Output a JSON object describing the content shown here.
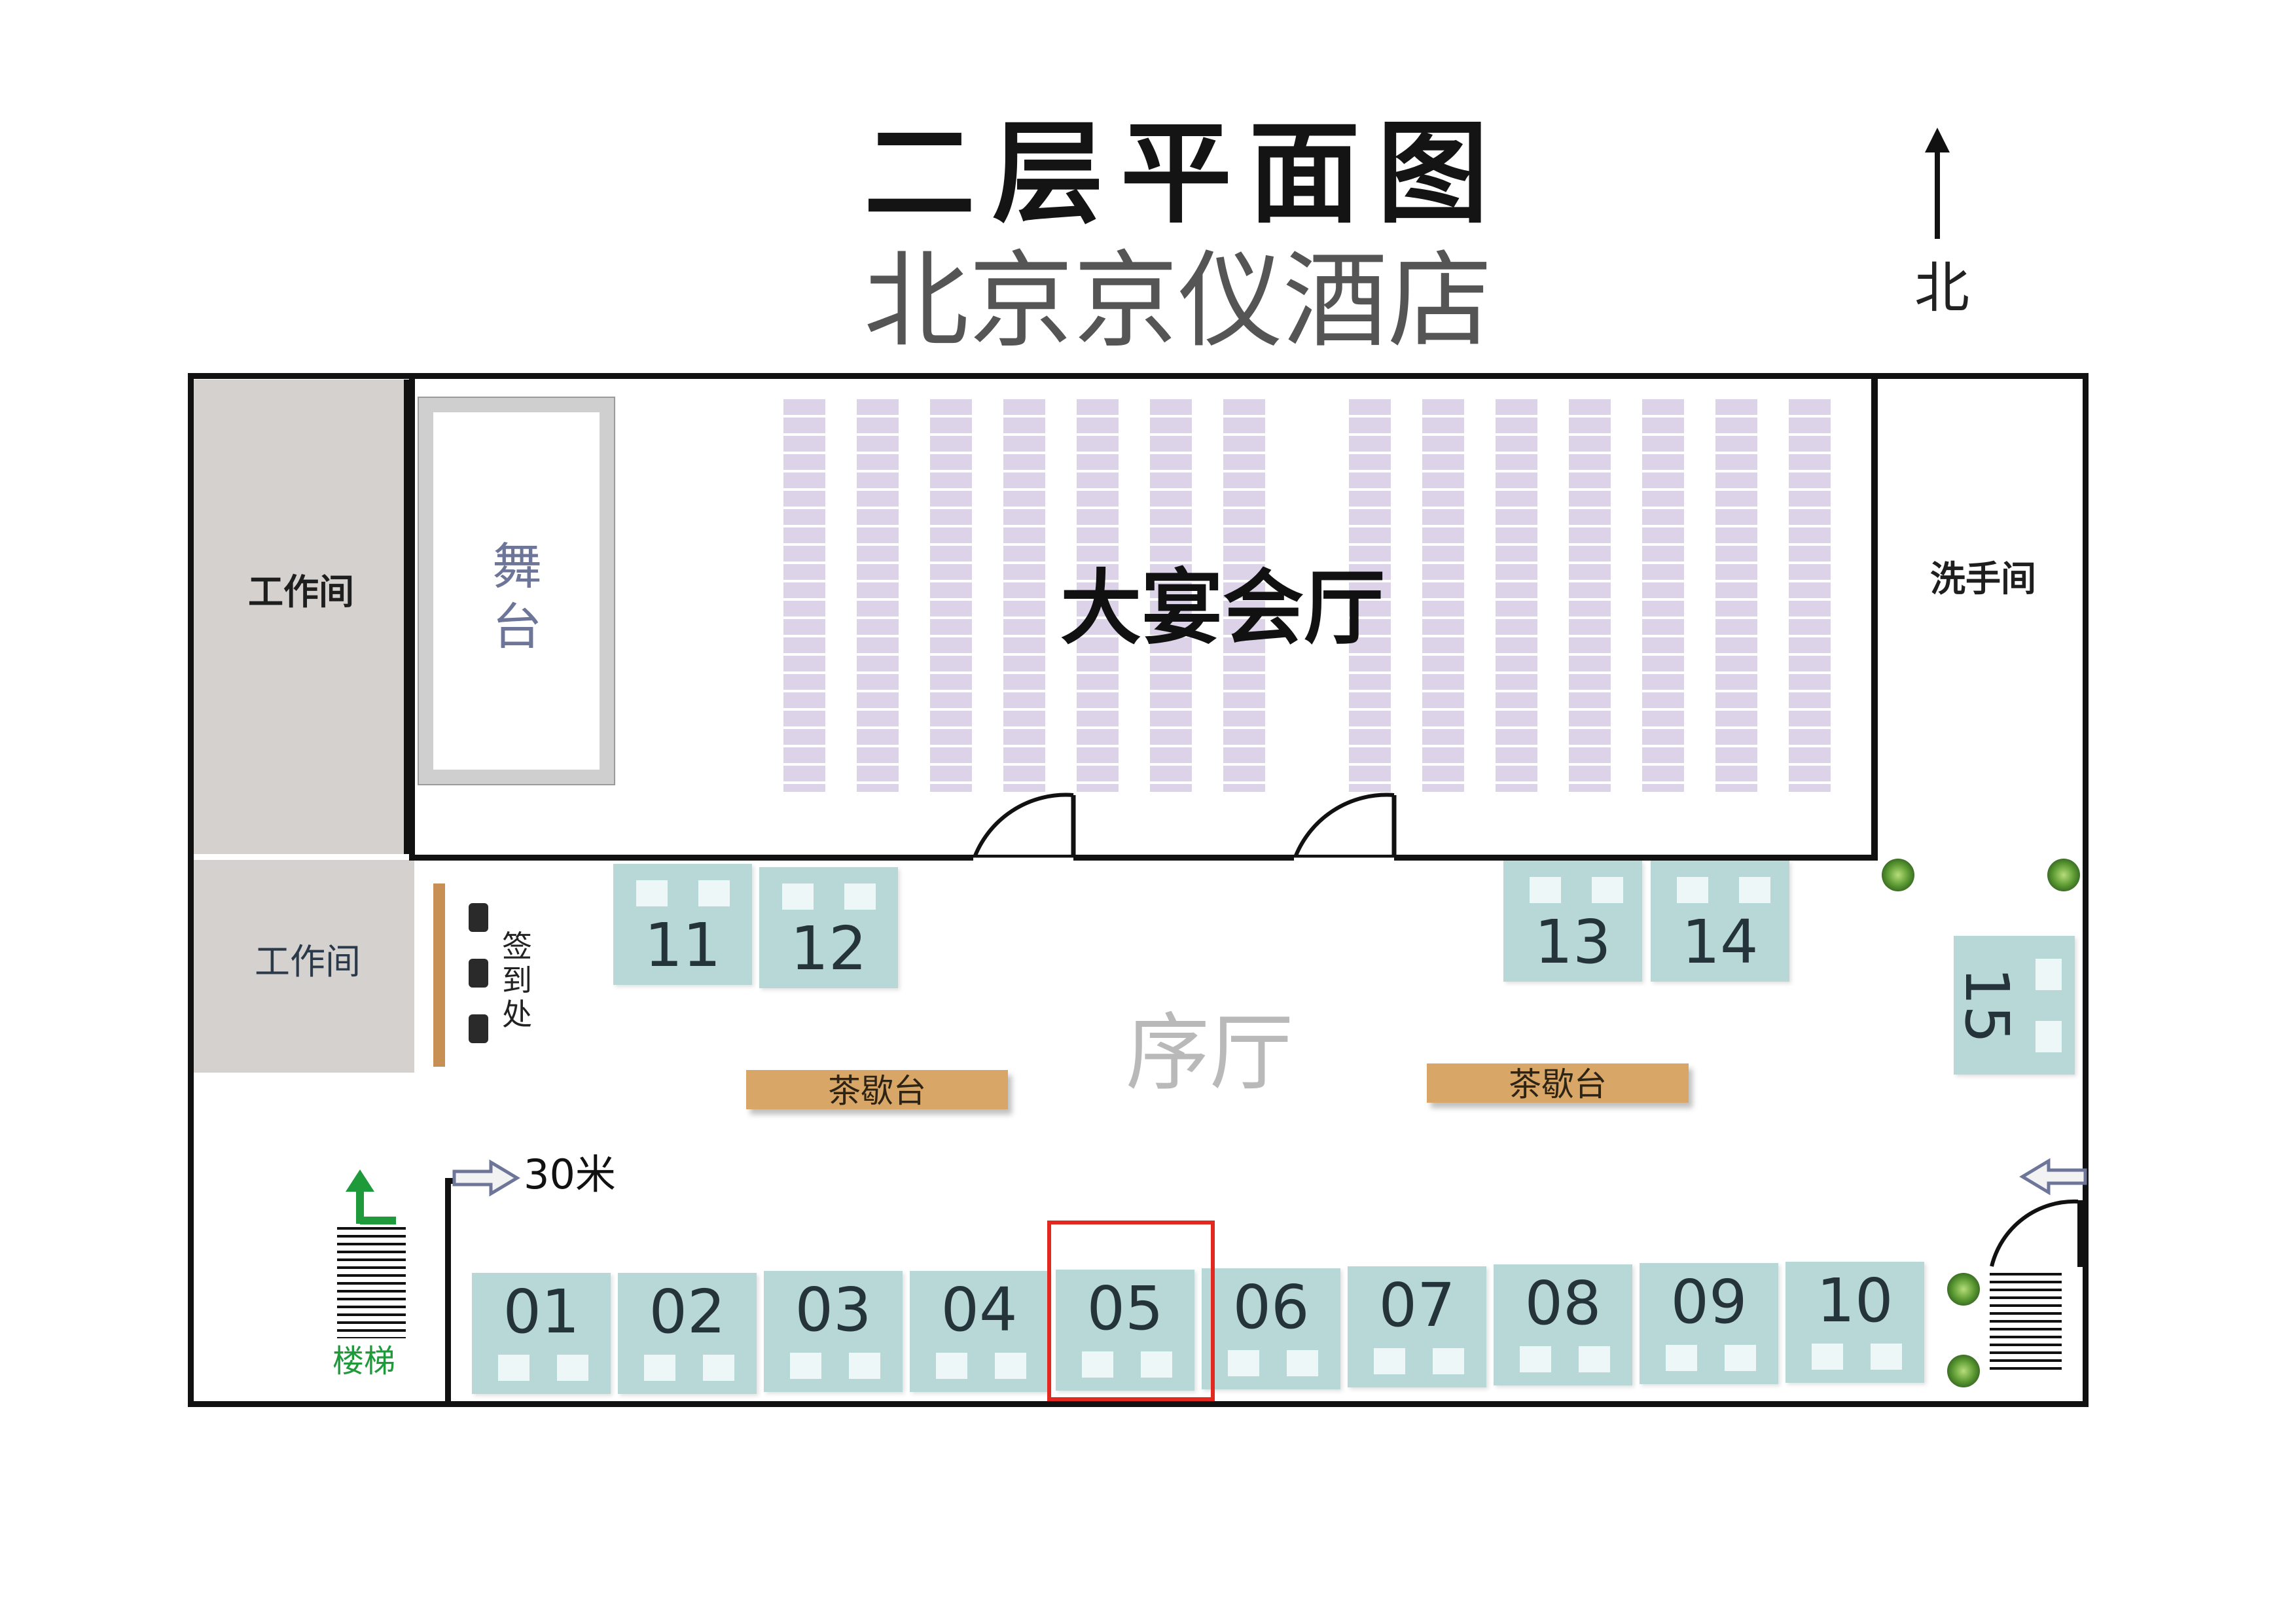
{
  "title": "二层平面图",
  "subtitle": "北京京仪酒店",
  "north": {
    "label": "北",
    "icon": "north-arrow-icon"
  },
  "rooms": {
    "workroom_top": "工作间",
    "workroom_bottom": "工作间",
    "restroom": "洗手间",
    "stage": "舞台",
    "banquet_hall": "大宴会厅",
    "lobby": "序厅",
    "signin": "签到处",
    "stairs": "楼梯"
  },
  "tea_stations": [
    "茶歇台",
    "茶歇台"
  ],
  "distance_label": "30米",
  "booths": {
    "bottom_row": [
      "01",
      "02",
      "03",
      "04",
      "05",
      "06",
      "07",
      "08",
      "09",
      "10"
    ],
    "top_row": [
      "11",
      "12",
      "13",
      "14"
    ],
    "side": "15"
  },
  "highlighted_booth": "05",
  "colors": {
    "booth": "#b8d8d8",
    "seats": "#dcd3e9",
    "workroom": "#d4d1cf",
    "tea_station": "#d8a767",
    "highlight": "#e3281f",
    "stairs_arrow": "#1f9a3b",
    "entrance_arrow": "#6d7599"
  }
}
